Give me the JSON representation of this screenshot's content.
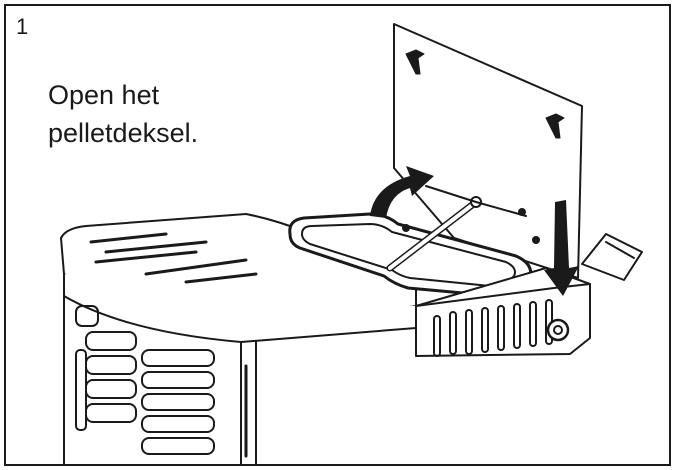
{
  "step": {
    "number": "1",
    "instruction_lines": [
      "Open het",
      "pelletdeksel."
    ]
  },
  "colors": {
    "frame": "#1a1a1a",
    "line": "#1a1a1a",
    "arrow": "#1a1a1a",
    "background": "#ffffff"
  },
  "icons": [
    "curved-open-arrow-icon",
    "down-arrow-icon"
  ]
}
